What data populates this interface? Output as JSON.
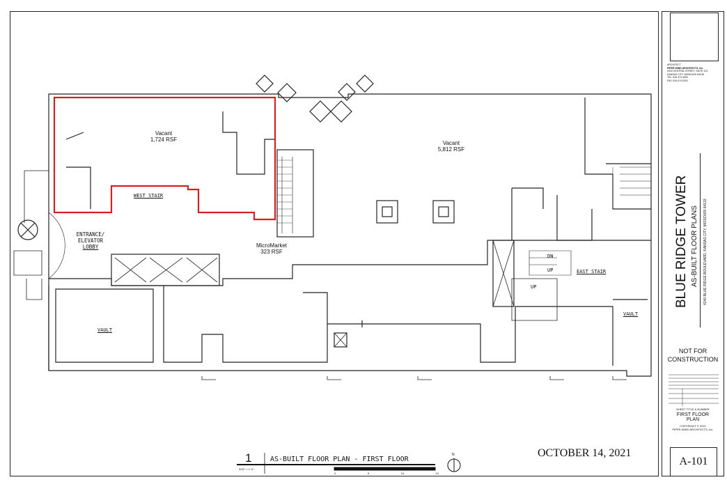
{
  "plan": {
    "rooms": [
      {
        "name": "Vacant",
        "area": "1,724 RSF",
        "highlighted": true
      },
      {
        "name": "Vacant",
        "area": "5,812 RSF",
        "highlighted": false
      },
      {
        "name": "MicroMarket",
        "area": "323 RSF",
        "highlighted": false
      }
    ],
    "labels": {
      "lobby_line1": "ENTRANCE/",
      "lobby_line2": "ELEVATOR",
      "lobby_line3": "LOBBY",
      "west_stair": "WEST STAIR",
      "east_stair": "EAST STAIR",
      "vault_left": "VAULT",
      "vault_right": "VAULT",
      "dn": "DN",
      "up1": "UP",
      "up2": "UP"
    },
    "highlight_color": "#d42020"
  },
  "drawing_title": {
    "number": "1",
    "title": "AS-BUILT FLOOR PLAN - FIRST FLOOR",
    "scale": "3/32\" = 1'-0\"",
    "scale_ticks": [
      "0",
      "8",
      "16",
      "24"
    ],
    "north": "N"
  },
  "date": "OCTOBER 14, 2021",
  "title_block": {
    "architect_label": "ARCHITECT",
    "architect_name": "PIPER WIND ARCHITECTS, Inc.",
    "address1": "2020 CENTRAL STREET, SUITE 101",
    "address2": "KANSAS CITY, MISSOURI 64108",
    "tel": "TEL: 816.474.3050",
    "fax": "FAX: 816.474.0251",
    "project": "BLUE RIDGE TOWER",
    "subtitle": "AS-BUILT FLOOR PLANS",
    "address": "4240 BLUE RIDGE BOULEVARD, KANSAS CITY, MISSOURI 64133",
    "not_for_construction_1": "NOT FOR",
    "not_for_construction_2": "CONSTRUCTION",
    "sheet_title_label": "SHEET TITLE & NUMBER",
    "sheet_title_1": "FIRST FLOOR",
    "sheet_title_2": "PLAN",
    "copyright": "COPYRIGHT © 2021",
    "copyright_by": "PIPER WIND ARCHITECTS, Inc.",
    "sheet_number": "A-101"
  }
}
